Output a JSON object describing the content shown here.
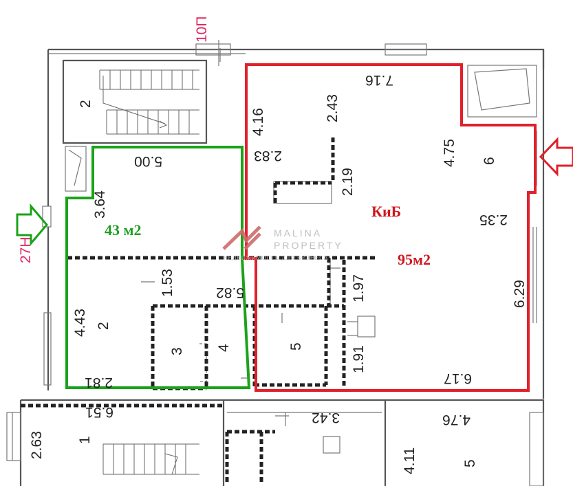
{
  "markers": {
    "top": "10П",
    "left": "27Н"
  },
  "areas": {
    "green": "43 м2",
    "red_title": "КиБ",
    "red_area": "95м2"
  },
  "watermark": {
    "brand_line1": "MALINA",
    "brand_line2": "PROPERTY",
    "tagline": "НЕДВИЖИМОСТЬ ДЛЯ БИЗНЕСА"
  },
  "dimensions": {
    "d716": "7.16",
    "d416": "4.16",
    "d243": "2.43",
    "d283": "2.83",
    "d219": "2.19",
    "d475": "4.75",
    "d235": "2.35",
    "d629": "6.29",
    "d500": "5.00",
    "d364": "3.64",
    "d153": "1.53",
    "d582": "5.82",
    "d197": "1.97",
    "d191": "1.91",
    "d443": "4.43",
    "d281": "2.81",
    "d617": "6.17",
    "d651": "6.51",
    "d263": "2.63",
    "d342": "3.42",
    "d476": "4.76",
    "d411": "4.11"
  },
  "rooms": {
    "r2_top": "2",
    "r6": "6",
    "r2_green": "2",
    "r3": "3",
    "r4": "4",
    "r5_mid": "5",
    "r1": "1",
    "r5_bottom": "5"
  },
  "colors": {
    "green": "#1aa31a",
    "red": "#e0202a",
    "marker": "#e0245e"
  }
}
